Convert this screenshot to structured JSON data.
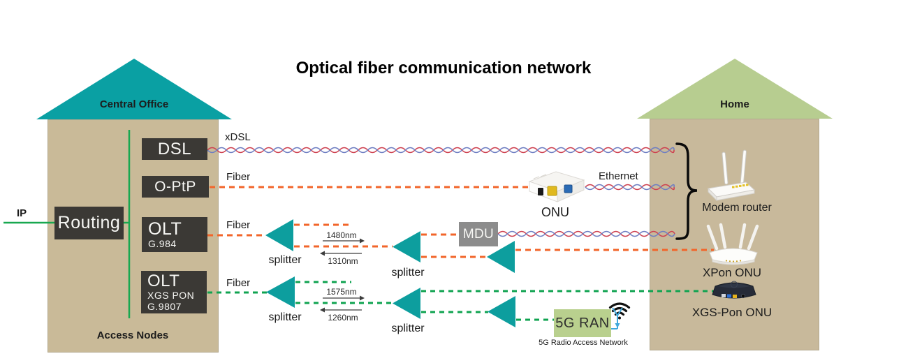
{
  "title": "Optical fiber communication network",
  "colors": {
    "teal_splitter": "#0d9e9e",
    "roof_central_office": "#0aa0a3",
    "roof_home": "#b7cd90",
    "building_tan": "#c9ba98",
    "orange_fiber": "#f2652a",
    "green_fiber": "#0fa350",
    "ip_line_green": "#18a850",
    "node_box_dark": "#3b3935",
    "mdu_gray": "#8c8c8c",
    "ran_box_green": "#b9d08e",
    "wire_red": "#ce4150",
    "wire_blue": "#6e7ec2",
    "antenna_blue": "#3fa9dc"
  },
  "central_office": {
    "label": "Central Office",
    "access_nodes": "Access Nodes",
    "ip": "IP",
    "routing": "Routing",
    "dsl": "DSL",
    "optp": "O-PtP",
    "olt_gpon": {
      "l1": "OLT",
      "l2": "G.984"
    },
    "olt_xgs": {
      "l1": "OLT",
      "l2": "XGS PON",
      "l3": "G.9807"
    }
  },
  "labels": {
    "xdsl": "xDSL",
    "fiber": "Fiber",
    "ethernet": "Ethernet",
    "splitter": "splitter",
    "onu": "ONU",
    "mdu": "MDU"
  },
  "wavelengths": {
    "gpon_down": "1480nm",
    "gpon_up": "1310nm",
    "xgs_down": "1575nm",
    "xgs_up": "1260nm"
  },
  "home": {
    "label": "Home",
    "modem_router": "Modem router",
    "xpon_onu": "XPon ONU",
    "xgs_pon_onu": "XGS-Pon ONU"
  },
  "ran": {
    "label": "5G RAN",
    "caption": "5G Radio Access Network"
  }
}
